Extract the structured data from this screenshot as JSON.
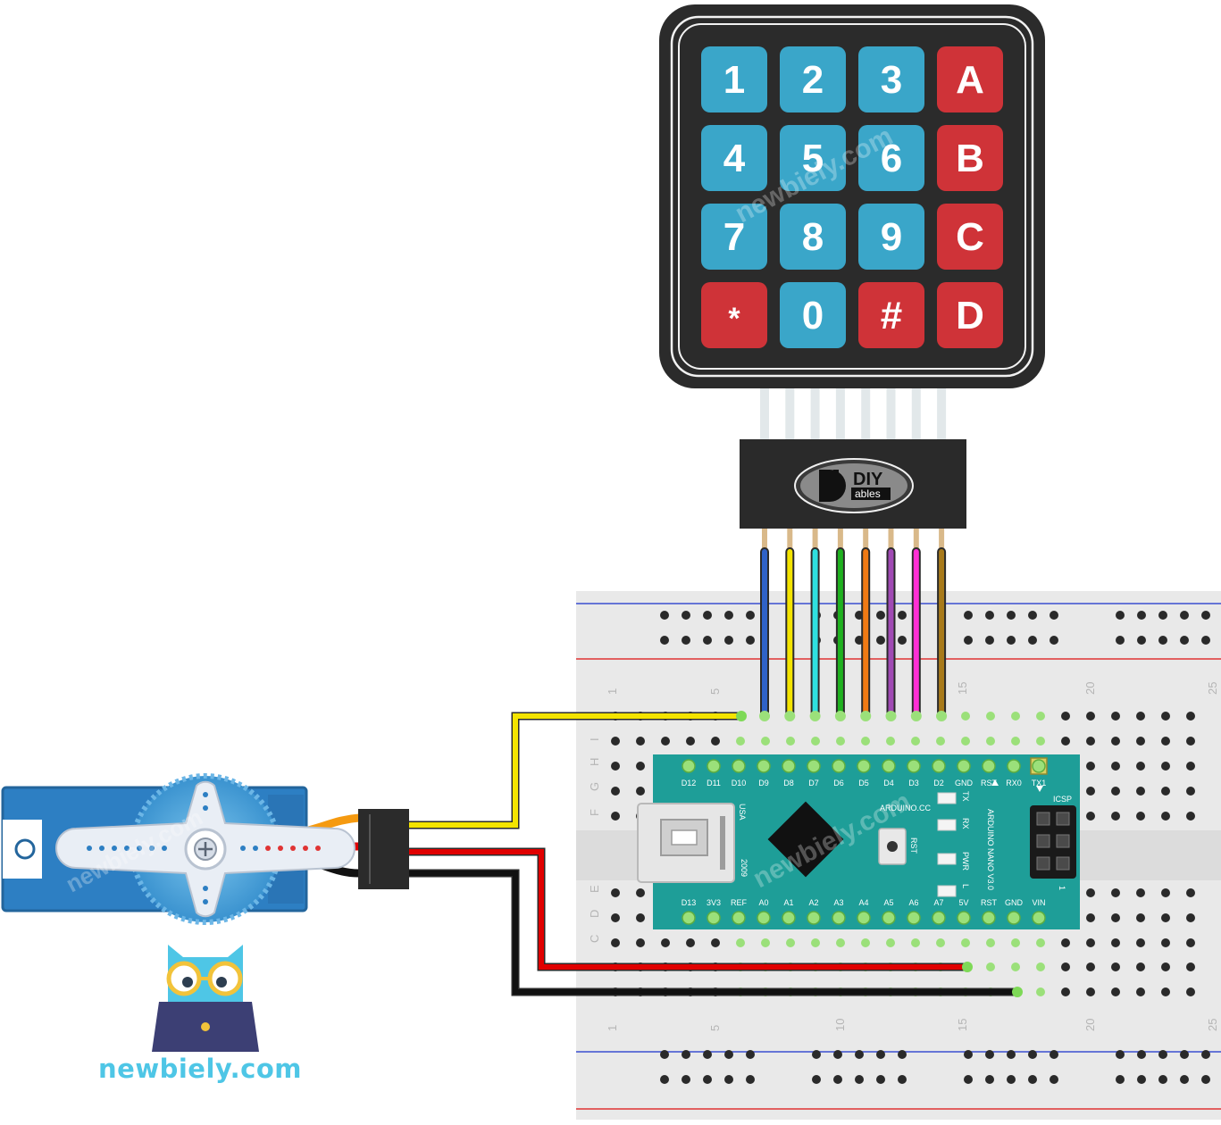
{
  "keypad": {
    "keys": [
      {
        "label": "1",
        "color": "#3aa6c9"
      },
      {
        "label": "2",
        "color": "#3aa6c9"
      },
      {
        "label": "3",
        "color": "#3aa6c9"
      },
      {
        "label": "A",
        "color": "#cf3338"
      },
      {
        "label": "4",
        "color": "#3aa6c9"
      },
      {
        "label": "5",
        "color": "#3aa6c9"
      },
      {
        "label": "6",
        "color": "#3aa6c9"
      },
      {
        "label": "B",
        "color": "#cf3338"
      },
      {
        "label": "7",
        "color": "#3aa6c9"
      },
      {
        "label": "8",
        "color": "#3aa6c9"
      },
      {
        "label": "9",
        "color": "#3aa6c9"
      },
      {
        "label": "C",
        "color": "#cf3338"
      },
      {
        "label": "*",
        "color": "#cf3338"
      },
      {
        "label": "0",
        "color": "#3aa6c9"
      },
      {
        "label": "#",
        "color": "#cf3338"
      },
      {
        "label": "D",
        "color": "#cf3338"
      }
    ],
    "connector_logo_main": "DIY",
    "connector_logo_sub": "ables",
    "ribbon_colors": [
      "#2f62c8",
      "#f4e400",
      "#2fe0e0",
      "#1fb11f",
      "#f07a14",
      "#a04ab4",
      "#ff2fd4",
      "#a87a1a"
    ]
  },
  "breadboard": {
    "top_numbers": [
      "1",
      "5",
      "15",
      "20",
      "25"
    ],
    "bottom_numbers": [
      "1",
      "5",
      "10",
      "15",
      "20",
      "25"
    ],
    "row_letters_top": [
      "I",
      "H",
      "G",
      "F"
    ],
    "row_letters_bottom": [
      "E",
      "D",
      "C"
    ]
  },
  "arduino": {
    "top_pins": [
      "D12",
      "D11",
      "D10",
      "D9",
      "D8",
      "D7",
      "D6",
      "D5",
      "D4",
      "D3",
      "D2",
      "GND",
      "RST",
      "RX0",
      "TX1"
    ],
    "bottom_pins": [
      "D13",
      "3V3",
      "REF",
      "A0",
      "A1",
      "A2",
      "A3",
      "A4",
      "A5",
      "A6",
      "A7",
      "5V",
      "RST",
      "GND",
      "VIN"
    ],
    "brand": "ARDUINO.CC",
    "usa": "USA",
    "year": "2009",
    "model": "ARDUINO NANO V3.0",
    "icsp": "ICSP",
    "icsp_pin": "1",
    "led_labels": [
      "TX",
      "RX",
      "PWR",
      "L"
    ],
    "reset_label": "RST"
  },
  "wires": {
    "signal_color": "#f4e400",
    "power_color": "#e00000",
    "ground_color": "#111111"
  },
  "watermark": "newbiely.com",
  "brand": {
    "text": "newbiely.com",
    "color": "#4ec6e6"
  }
}
